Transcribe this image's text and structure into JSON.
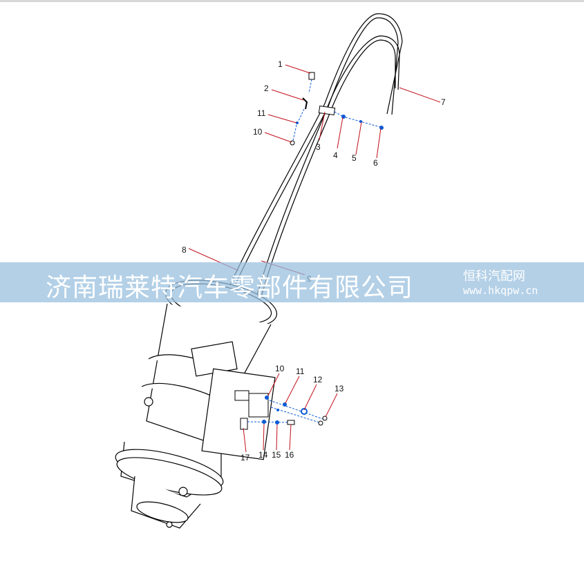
{
  "diagram": {
    "callouts_top": [
      "1",
      "2",
      "11",
      "10",
      "3",
      "4",
      "5",
      "6",
      "7"
    ],
    "callouts_mid": [
      "8",
      "9"
    ],
    "callouts_bottom": [
      "10",
      "11",
      "12",
      "13",
      "17",
      "14",
      "15",
      "16"
    ]
  },
  "watermark": {
    "company": "济南瑞莱特汽车零部件有限公司",
    "site_name": "恒科汽配网",
    "url": "www.hkqpw.cn"
  },
  "colors": {
    "leader": "#c0101a",
    "part": "#0a5ad6",
    "outline": "#000000",
    "banner": "#96bede"
  }
}
